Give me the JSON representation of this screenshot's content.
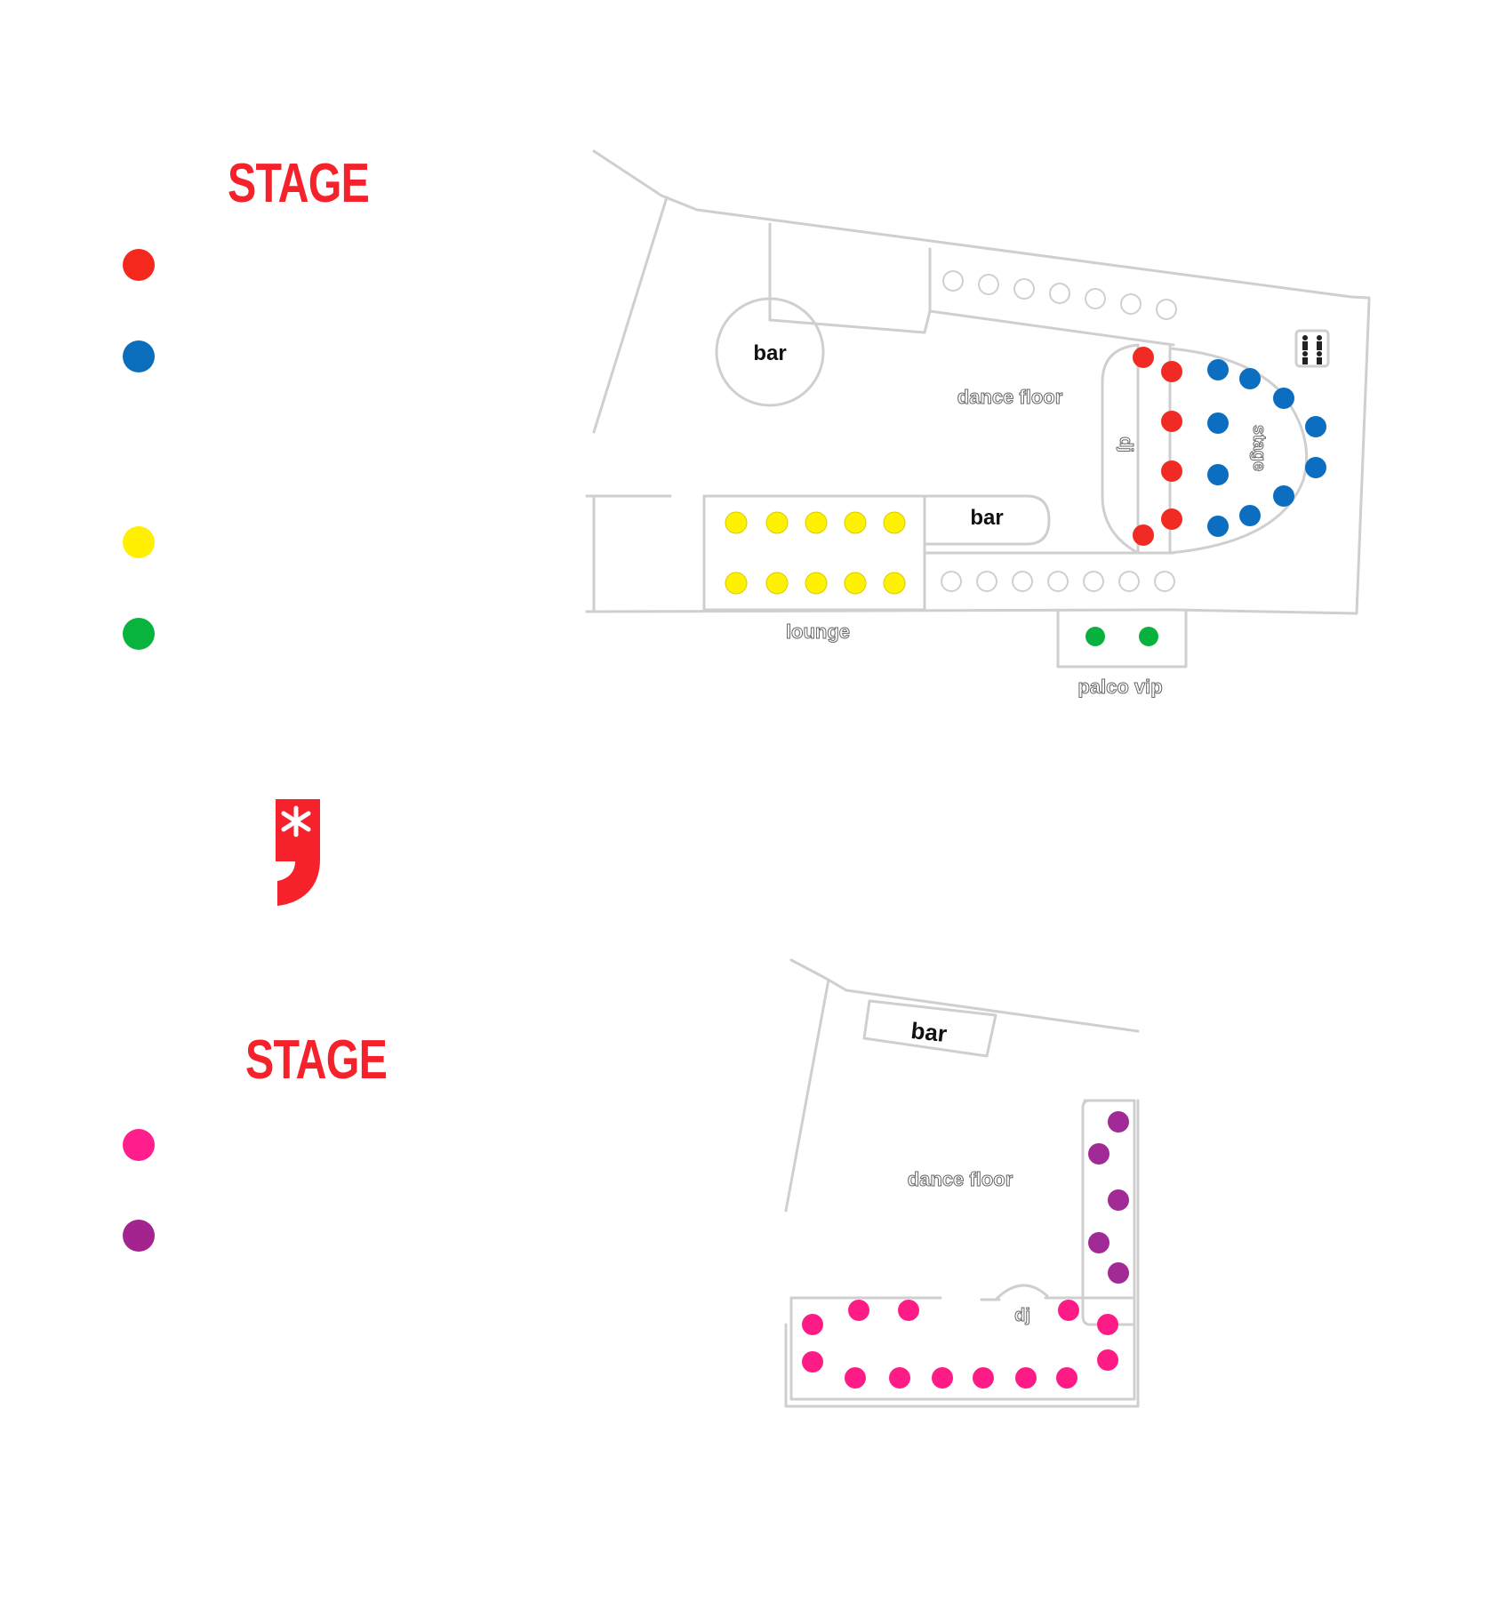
{
  "upper_section": {
    "title": "STAGE",
    "legend_colors": [
      "#f5281e",
      "#0a6ebd",
      "#fff000",
      "#09b43e"
    ]
  },
  "lower_section": {
    "title": "STAGE",
    "legend_colors": [
      "#ff1e8c",
      "#a3238f"
    ]
  },
  "colors": {
    "accent_red": "#f5222b",
    "red_seat": "#f02b23",
    "blue_seat": "#0c6ec0",
    "yellow_seat": "#fff200",
    "green_seat": "#08b13e",
    "pink_seat": "#ff1b86",
    "purple_seat": "#a12a96",
    "wall": "#d0d0d0"
  },
  "logo": {
    "icon": "asterisk-comma-logo-icon"
  },
  "upper_plan": {
    "bar_round_label": "bar",
    "bar_lower_label": "bar",
    "dance_floor_label": "dance floor",
    "dj_label": "dj",
    "stage_label": "stage",
    "lounge_label": "lounge",
    "palco_vip_label": "palco vip",
    "restroom_icon": "restroom-icon"
  },
  "lower_plan": {
    "bar_label": "bar",
    "dance_floor_label": "dance floor",
    "dj_label": "dj"
  }
}
